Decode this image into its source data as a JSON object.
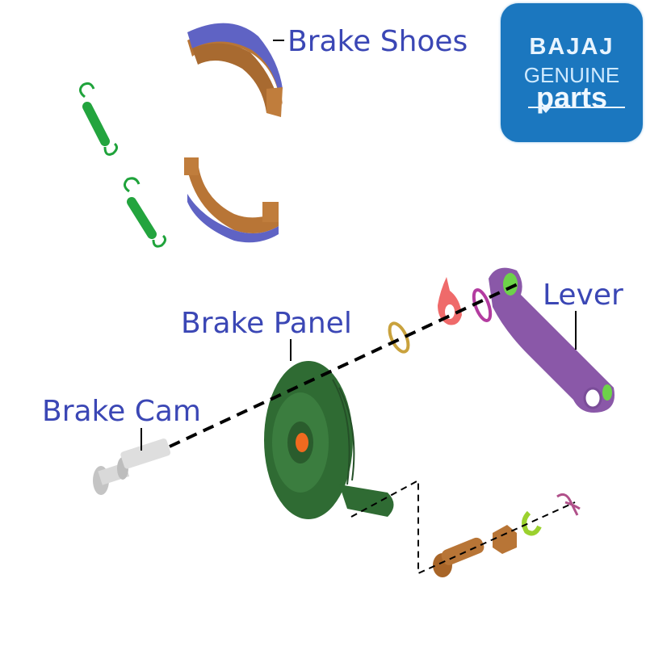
{
  "logo": {
    "brand": "BAJAJ",
    "line2": "GENUINE",
    "line3": "parts",
    "bg_color": "#1b77bf"
  },
  "labels": {
    "brake_shoes": "Brake Shoes",
    "brake_panel": "Brake Panel",
    "brake_cam": "Brake Cam",
    "lever": "Lever"
  },
  "parts": [
    {
      "name": "brake-shoe-upper",
      "color": "#5f63c4"
    },
    {
      "name": "brake-shoe-lower",
      "color": "#b87536"
    },
    {
      "name": "spring-1",
      "color": "#1fa33b"
    },
    {
      "name": "spring-2",
      "color": "#1fa33b"
    },
    {
      "name": "brake-panel",
      "color": "#2f6b33"
    },
    {
      "name": "brake-cam",
      "color": "#c8c8c8"
    },
    {
      "name": "toothed-washer",
      "color": "#c9a23d"
    },
    {
      "name": "wear-indicator",
      "color": "#ef6a6a"
    },
    {
      "name": "felt-seal",
      "color": "#b33ca0"
    },
    {
      "name": "lever",
      "color": "#8a58a8"
    },
    {
      "name": "pin",
      "color": "#b87536"
    },
    {
      "name": "nut",
      "color": "#b87536"
    },
    {
      "name": "spring-washer",
      "color": "#9bd12e"
    },
    {
      "name": "cotter-clip",
      "color": "#b0508a"
    }
  ]
}
